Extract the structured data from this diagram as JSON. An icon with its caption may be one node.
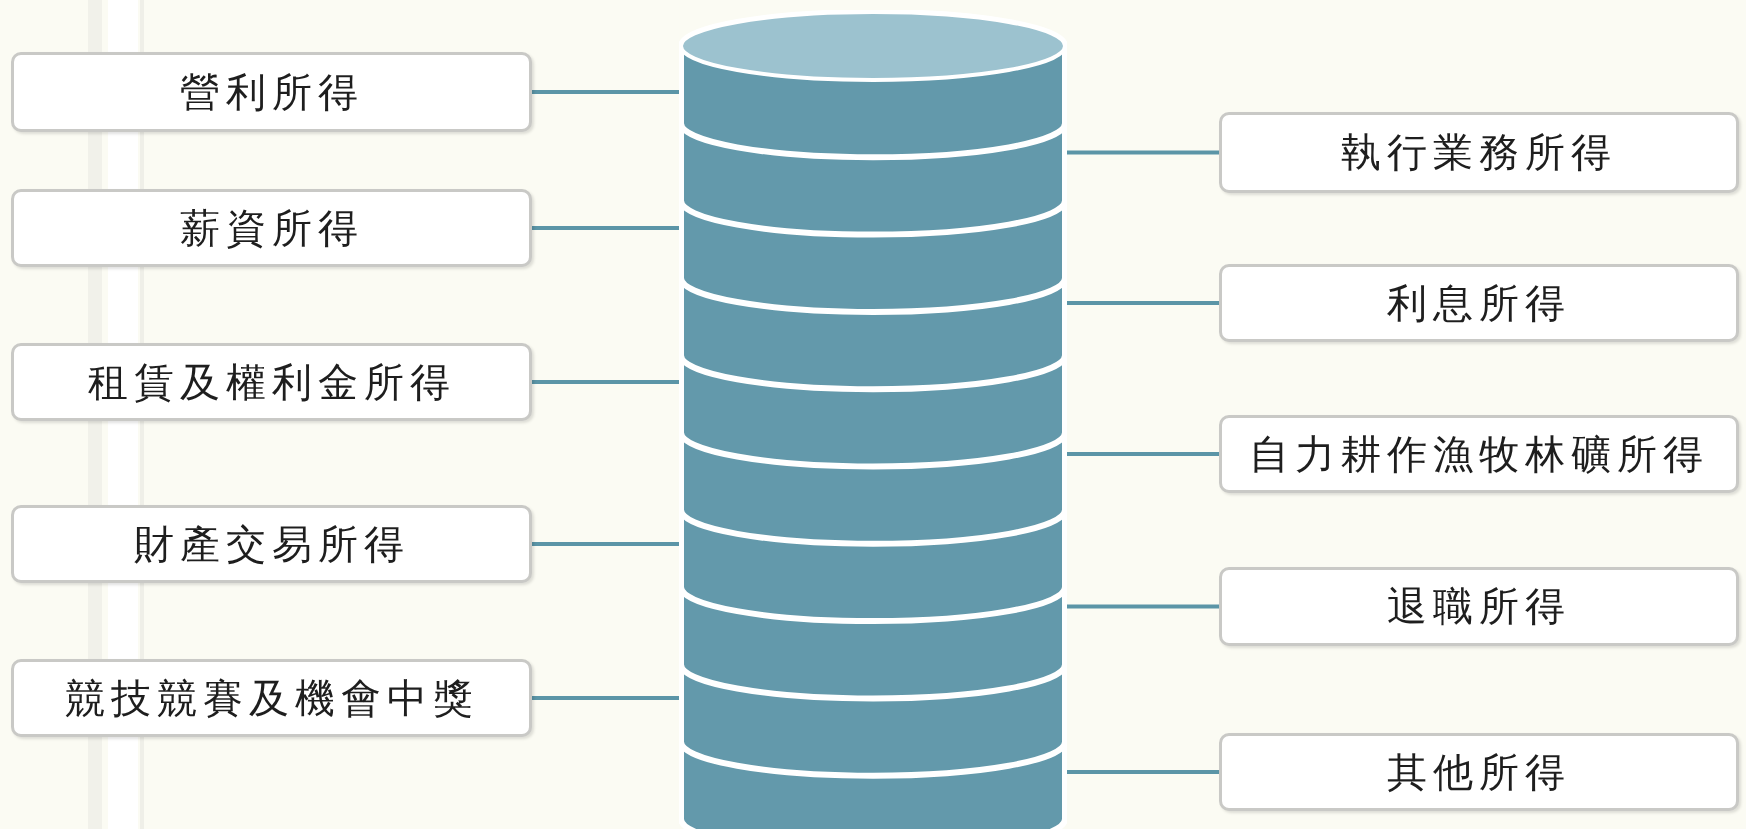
{
  "diagram": {
    "nodes": [
      {
        "text": [],
        "shape": "cylinder"
      },
      {
        "text": [
          "營利所得"
        ]
      },
      {
        "text": [
          "薪資所得"
        ]
      },
      {
        "text": [
          "租賃及權利金所得"
        ]
      },
      {
        "text": [
          "財產交易所得"
        ]
      },
      {
        "text": [
          "競技競賽及機會中獎"
        ]
      },
      {
        "text": [
          "執行業務所得"
        ]
      },
      {
        "text": [
          "利息所得"
        ]
      },
      {
        "text": [
          "自力耕作漁牧林礦所得"
        ]
      },
      {
        "text": [
          "退職所得"
        ]
      },
      {
        "text": [
          "其他所得"
        ]
      }
    ],
    "edges": [
      {
        "from": 1,
        "to": 0,
        "arrow": "none"
      },
      {
        "from": 2,
        "to": 0,
        "arrow": "none"
      },
      {
        "from": 3,
        "to": 0,
        "arrow": "none"
      },
      {
        "from": 4,
        "to": 0,
        "arrow": "none"
      },
      {
        "from": 5,
        "to": 0,
        "arrow": "none"
      },
      {
        "from": 6,
        "to": 0,
        "arrow": "none"
      },
      {
        "from": 7,
        "to": 0,
        "arrow": "none"
      },
      {
        "from": 8,
        "to": 0,
        "arrow": "none"
      },
      {
        "from": 9,
        "to": 0,
        "arrow": "none"
      },
      {
        "from": 10,
        "to": 0,
        "arrow": "none"
      }
    ]
  }
}
